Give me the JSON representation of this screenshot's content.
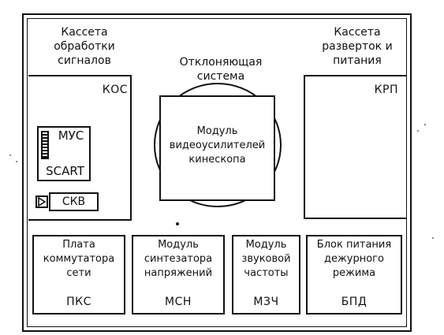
{
  "cassettes": {
    "signal_processing": {
      "title": "Кассета\nобработки\nсигналов",
      "code": "КОС"
    },
    "scan_power": {
      "title": "Кассета\nразверток и\nпитания",
      "code": "КРП"
    }
  },
  "deflection_system": {
    "label": "Отклоняющая\nсистема"
  },
  "kinescope_module": {
    "label": "Модуль\nвидеоусилителей\nкинескопа"
  },
  "mus_scart": {
    "top": "МУС",
    "bottom": "SCART"
  },
  "skv": {
    "label": "СКВ"
  },
  "modules": [
    {
      "title": "Плата\nкоммутатора\nсети",
      "code": "ПКС"
    },
    {
      "title": "Модуль\nсинтезатора\nнапряжений",
      "code": "МСН"
    },
    {
      "title": "Модуль\nзвуковой\nчастоты",
      "code": "МЗЧ"
    },
    {
      "title": "Блок питания\nдежурного\nрежима",
      "code": "БПД"
    }
  ]
}
